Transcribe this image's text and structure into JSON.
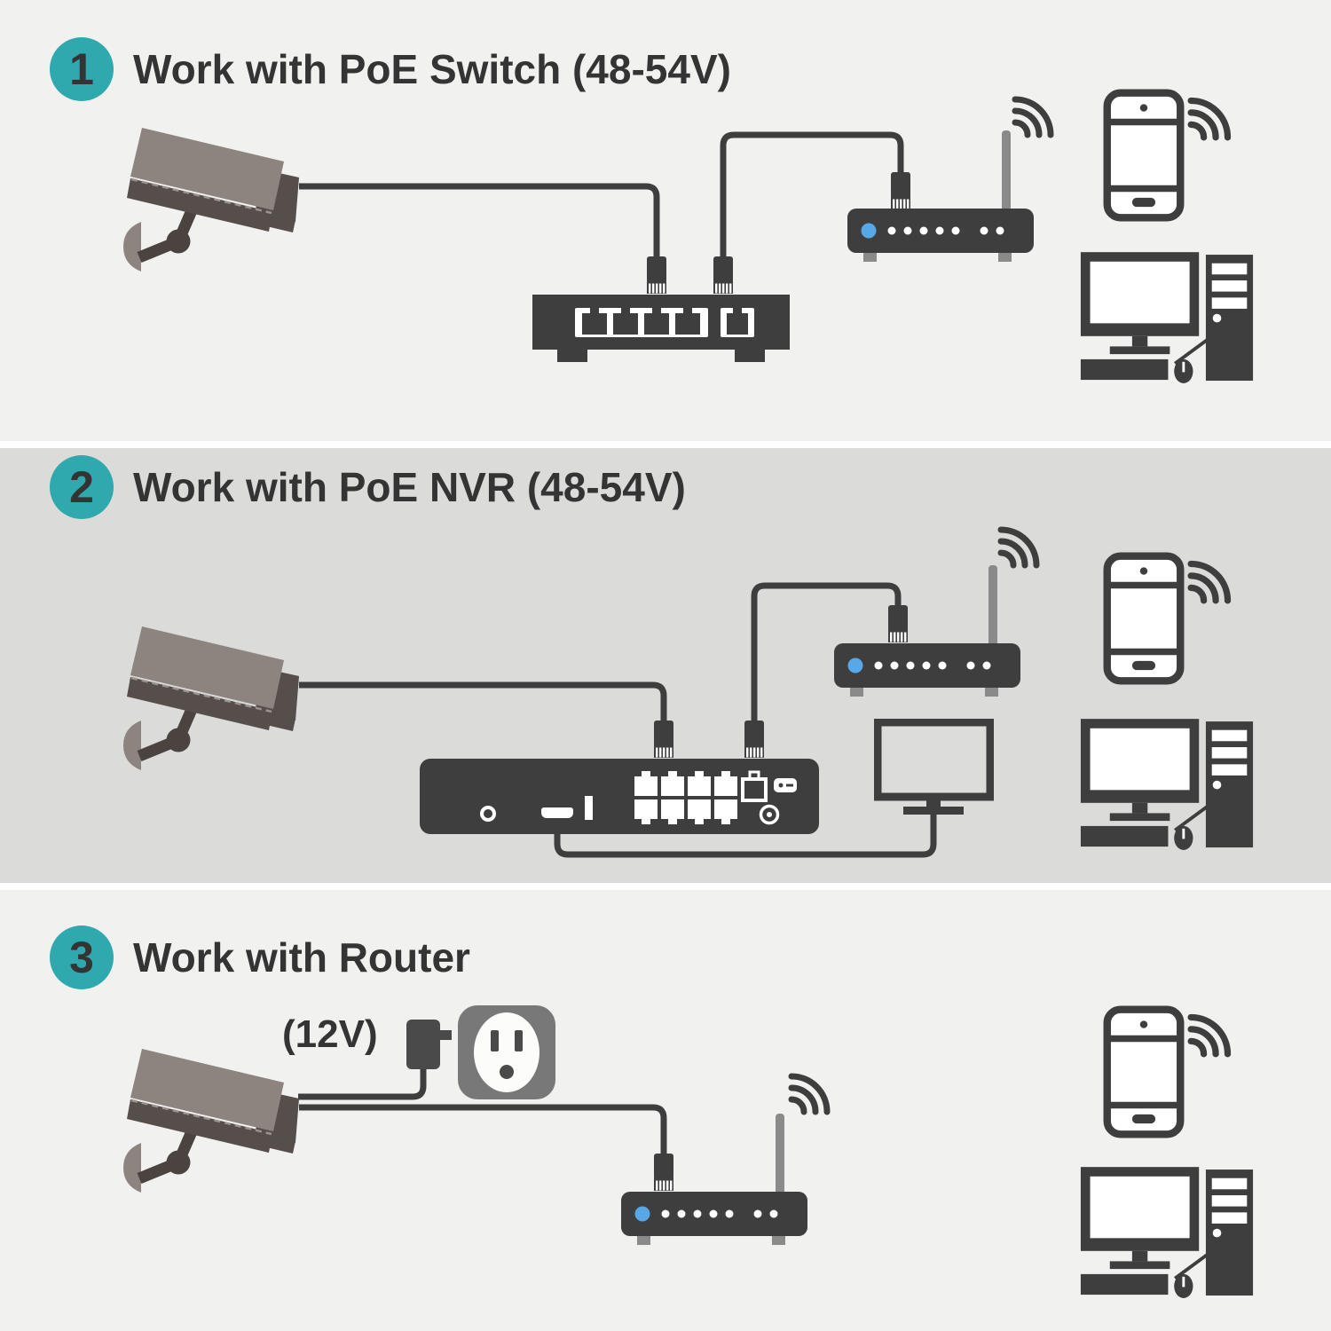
{
  "sections": [
    {
      "number": "1",
      "title": "Work with PoE Switch (48-54V)"
    },
    {
      "number": "2",
      "title": "Work with PoE NVR (48-54V)"
    },
    {
      "number": "3",
      "title": "Work with Router",
      "power_label": "(12V)"
    }
  ],
  "colors": {
    "badge_teal": "#2fa9ad",
    "device_dark": "#3e3e3e",
    "camera_light": "#8d8480",
    "camera_dark": "#554e4b",
    "antenna_gray": "#8a8a8a",
    "led_blue": "#58a8e8",
    "section_bg_light": "#f1f1ef",
    "section_bg_dark": "#dbdbd9",
    "outlet_gray": "#787878",
    "text": "#343434"
  },
  "icons": {
    "camera": "cctv-camera-icon",
    "poe_switch": "poe-switch-icon",
    "router": "wifi-router-icon",
    "nvr": "poe-nvr-icon",
    "monitor": "monitor-icon",
    "phone": "smartphone-icon",
    "computer": "desktop-computer-icon",
    "outlet": "power-outlet-icon",
    "adapter": "power-adapter-icon",
    "plug": "rj45-plug-icon",
    "wifi": "wifi-waves-icon"
  }
}
